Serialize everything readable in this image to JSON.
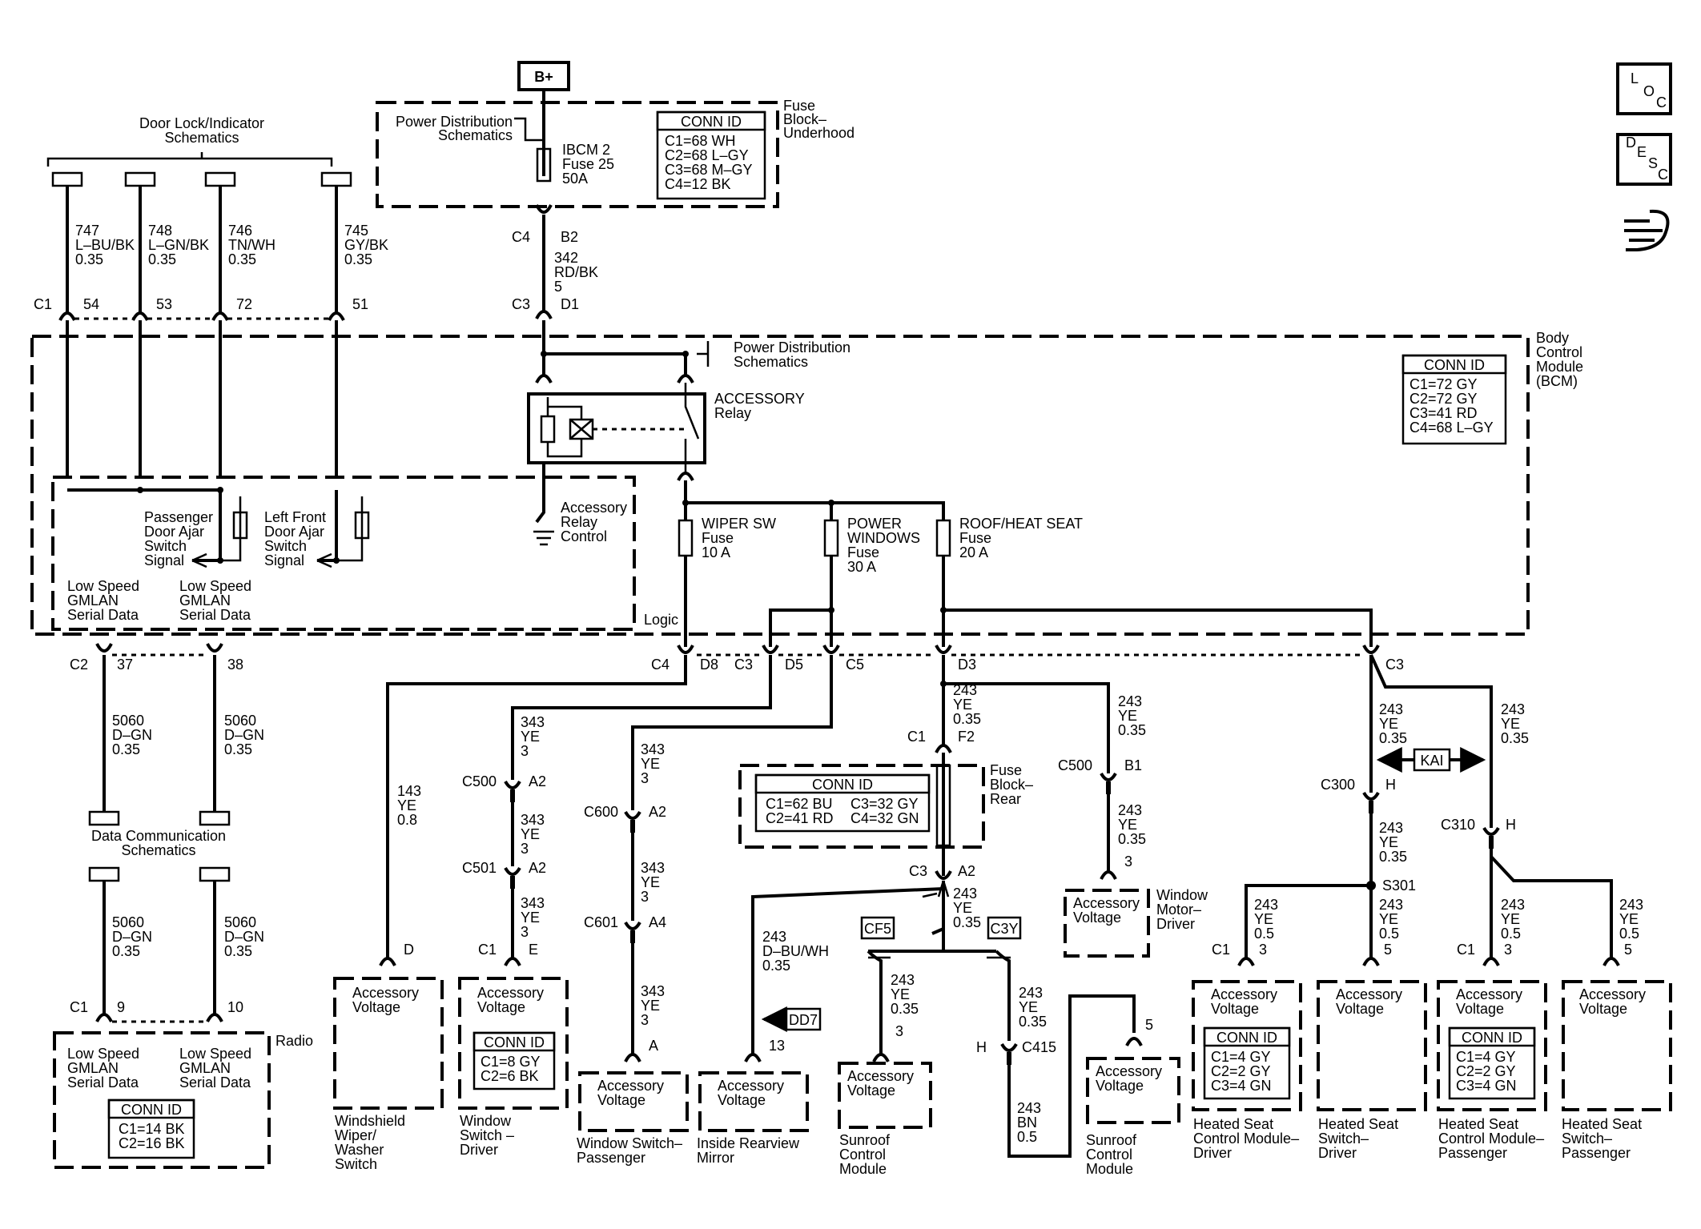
{
  "header": {
    "bplus": "B+"
  },
  "nav": {
    "loc": [
      "L",
      "O",
      "C"
    ],
    "desc": [
      "D",
      "E",
      "S",
      "C"
    ]
  },
  "fuse_block_underhood": {
    "lines": [
      "Fuse",
      "Block–",
      "Underhood"
    ],
    "power_dist": [
      "Power Distribution",
      "Schematics"
    ],
    "fuse": [
      "IBCM 2",
      "Fuse 25",
      "50A"
    ],
    "conn_title": "CONN ID",
    "conn": [
      "C1=68 WH",
      "C2=68 L–GY",
      "C3=68 M–GY",
      "C4=12 BK"
    ]
  },
  "door_lock": {
    "title": [
      "Door Lock/Indicator",
      "Schematics"
    ],
    "wires": [
      [
        "747",
        "L–BU/BK",
        "0.35"
      ],
      [
        "748",
        "L–GN/BK",
        "0.35"
      ],
      [
        "746",
        "TN/WH",
        "0.35"
      ],
      [
        "745",
        "GY/BK",
        "0.35"
      ]
    ],
    "c1": "C1",
    "pins": [
      "54",
      "53",
      "72",
      "51"
    ]
  },
  "feed": {
    "c4": "C4",
    "b2": "B2",
    "wire": [
      "342",
      "RD/BK",
      "5"
    ],
    "c3": "C3",
    "d1": "D1"
  },
  "bcm": {
    "title": [
      "Body",
      "Control",
      "Module",
      "(BCM)"
    ],
    "conn_title": "CONN ID",
    "conn": [
      "C1=72 GY",
      "C2=72 GY",
      "C3=41 RD",
      "C4=68 L–GY"
    ],
    "power_dist": [
      "Power Distribution",
      "Schematics"
    ],
    "relay": [
      "ACCESSORY",
      "Relay"
    ],
    "relay_control": [
      "Accessory",
      "Relay",
      "Control"
    ],
    "pass_door": [
      "Passenger",
      "Door Ajar",
      "Switch",
      "Signal"
    ],
    "lf_door": [
      "Left Front",
      "Door Ajar",
      "Switch",
      "Signal"
    ],
    "gmlan1": [
      "Low Speed",
      "GMLAN",
      "Serial Data"
    ],
    "gmlan2": [
      "Low Speed",
      "GMLAN",
      "Serial Data"
    ],
    "logic": "Logic",
    "wiper_fuse": [
      "WIPER SW",
      "Fuse",
      "10 A"
    ],
    "power_fuse": [
      "POWER",
      "WINDOWS",
      "Fuse",
      "30 A"
    ],
    "roof_fuse": [
      "ROOF/HEAT SEAT",
      "Fuse",
      "20 A"
    ]
  },
  "bcm_out": {
    "c2": "C2",
    "p37": "37",
    "p38": "38",
    "c4": "C4",
    "d8": "D8",
    "c3a": "C3",
    "d5": "D5",
    "c5": "C5",
    "d3": "D3",
    "c3b": "C3"
  },
  "data_comm": {
    "wire1": [
      "5060",
      "D–GN",
      "0.35"
    ],
    "wire2": [
      "5060",
      "D–GN",
      "0.35"
    ],
    "title": [
      "Data Communication",
      "Schematics"
    ],
    "wire3": [
      "5060",
      "D–GN",
      "0.35"
    ],
    "wire4": [
      "5060",
      "D–GN",
      "0.35"
    ]
  },
  "radio": {
    "label": "Radio",
    "c1": "C1",
    "p9": "9",
    "p10": "10",
    "gmlan1": [
      "Low Speed",
      "GMLAN",
      "Serial Data"
    ],
    "gmlan2": [
      "Low Speed",
      "GMLAN",
      "Serial Data"
    ],
    "conn_title": "CONN ID",
    "conn": [
      "C1=14 BK",
      "C2=16 BK"
    ]
  },
  "wiper": {
    "wire": [
      "143",
      "YE",
      "0.8"
    ],
    "pin": "D",
    "box": [
      "Accessory",
      "Voltage"
    ],
    "name": [
      "Windshield",
      "Wiper/",
      "Washer",
      "Switch"
    ]
  },
  "window_driver": {
    "c500": "C500",
    "a2a": "A2",
    "c501": "C501",
    "a2b": "A2",
    "c1": "C1",
    "pin": "E",
    "wires": [
      [
        "343",
        "YE",
        "3"
      ],
      [
        "343",
        "YE",
        "3"
      ],
      [
        "343",
        "YE",
        "3"
      ]
    ],
    "box": [
      "Accessory",
      "Voltage"
    ],
    "conn_title": "CONN ID",
    "conn": [
      "C1=8 GY",
      "C2=6 BK"
    ],
    "name": [
      "Window",
      "Switch –",
      "Driver"
    ]
  },
  "window_pass": {
    "c600": "C600",
    "a2": "A2",
    "c601": "C601",
    "a4": "A4",
    "pin": "A",
    "wires": [
      [
        "343",
        "YE",
        "3"
      ],
      [
        "343",
        "YE",
        "3"
      ],
      [
        "343",
        "YE",
        "3"
      ]
    ],
    "box": [
      "Accessory",
      "Voltage"
    ],
    "name": [
      "Window Switch–",
      "Passenger"
    ]
  },
  "fuse_rear": {
    "wire": [
      "243",
      "YE",
      "0.35"
    ],
    "c1": "C1",
    "f2": "F2",
    "title": [
      "Fuse",
      "Block–",
      "Rear"
    ],
    "conn_title": "CONN ID",
    "conn": [
      "C1=62 BU",
      "C3=32 GY",
      "C2=41 RD",
      "C4=32 GN"
    ],
    "c3": "C3",
    "a2": "A2",
    "wire_out": [
      "243",
      "YE",
      "0.35"
    ],
    "cf5": "CF5",
    "c3y": "C3Y"
  },
  "mirror": {
    "wire": [
      "243",
      "D–BU/WH",
      "0.35"
    ],
    "dd7": "DD7",
    "pin": "13",
    "box": [
      "Accessory",
      "Voltage"
    ],
    "name": [
      "Inside Rearview",
      "Mirror"
    ]
  },
  "sunroof1": {
    "wire": [
      "243",
      "YE",
      "0.35"
    ],
    "pin": "3",
    "box": [
      "Accessory",
      "Voltage"
    ],
    "name": [
      "Sunroof",
      "Control",
      "Module"
    ]
  },
  "sunroof2": {
    "wire1": [
      "243",
      "YE",
      "0.35"
    ],
    "h": "H",
    "c415": "C415",
    "wire2": [
      "243",
      "BN",
      "0.5"
    ],
    "pin": "5",
    "box": [
      "Accessory",
      "Voltage"
    ],
    "name": [
      "Sunroof",
      "Control",
      "Module"
    ]
  },
  "window_motor": {
    "wire1": [
      "243",
      "YE",
      "0.35"
    ],
    "c500": "C500",
    "b1": "B1",
    "wire2": [
      "243",
      "YE",
      "0.35"
    ],
    "pin": "3",
    "box": [
      "Accessory",
      "Voltage"
    ],
    "name": [
      "Window",
      "Motor–",
      "Driver"
    ]
  },
  "heated_driver": {
    "wire1": [
      "243",
      "YE",
      "0.35"
    ],
    "c300": "C300",
    "h": "H",
    "wire2": [
      "243",
      "YE",
      "0.35"
    ],
    "kai": "KAI",
    "s301": "S301",
    "wire3": [
      "243",
      "YE",
      "0.5"
    ],
    "c1": "C1",
    "pin3": "3",
    "wire4": [
      "243",
      "YE",
      "0.5"
    ],
    "pin5": "5",
    "box1": [
      "Accessory",
      "Voltage"
    ],
    "conn_title": "CONN ID",
    "conn": [
      "C1=4 GY",
      "C2=2 GY",
      "C3=4 GN"
    ],
    "name1": [
      "Heated Seat",
      "Control Module–",
      "Driver"
    ],
    "box2": [
      "Accessory",
      "Voltage"
    ],
    "name2": [
      "Heated Seat",
      "Switch–",
      "Driver"
    ]
  },
  "heated_pass": {
    "wire1": [
      "243",
      "YE",
      "0.35"
    ],
    "c310": "C310",
    "h": "H",
    "wire3": [
      "243",
      "YE",
      "0.5"
    ],
    "c1": "C1",
    "pin3": "3",
    "wire4": [
      "243",
      "YE",
      "0.5"
    ],
    "pin5": "5",
    "box1": [
      "Accessory",
      "Voltage"
    ],
    "conn_title": "CONN ID",
    "conn": [
      "C1=4 GY",
      "C2=2 GY",
      "C3=4 GN"
    ],
    "name1": [
      "Heated Seat",
      "Control Module–",
      "Passenger"
    ],
    "box2": [
      "Accessory",
      "Voltage"
    ],
    "name2": [
      "Heated Seat",
      "Switch–",
      "Passenger"
    ]
  }
}
